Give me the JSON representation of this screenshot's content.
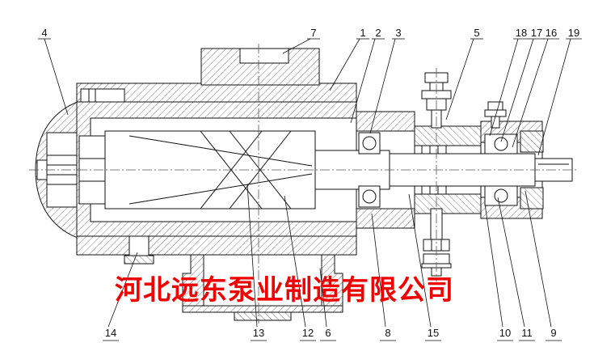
{
  "drawing": {
    "type": "screw-pump-sectional-drawing",
    "watermark": "河北远东泵业制造有限公司",
    "watermark_color": "#f00000"
  },
  "callouts": {
    "top": [
      {
        "label": "4"
      },
      {
        "label": "7"
      },
      {
        "label": "1"
      },
      {
        "label": "2"
      },
      {
        "label": "3"
      },
      {
        "label": "5"
      },
      {
        "label": "18"
      },
      {
        "label": "17"
      },
      {
        "label": "16"
      },
      {
        "label": "19"
      }
    ],
    "bottom": [
      {
        "label": "14"
      },
      {
        "label": "13"
      },
      {
        "label": "12"
      },
      {
        "label": "6"
      },
      {
        "label": "8"
      },
      {
        "label": "15"
      },
      {
        "label": "10"
      },
      {
        "label": "11"
      },
      {
        "label": "9"
      }
    ]
  }
}
